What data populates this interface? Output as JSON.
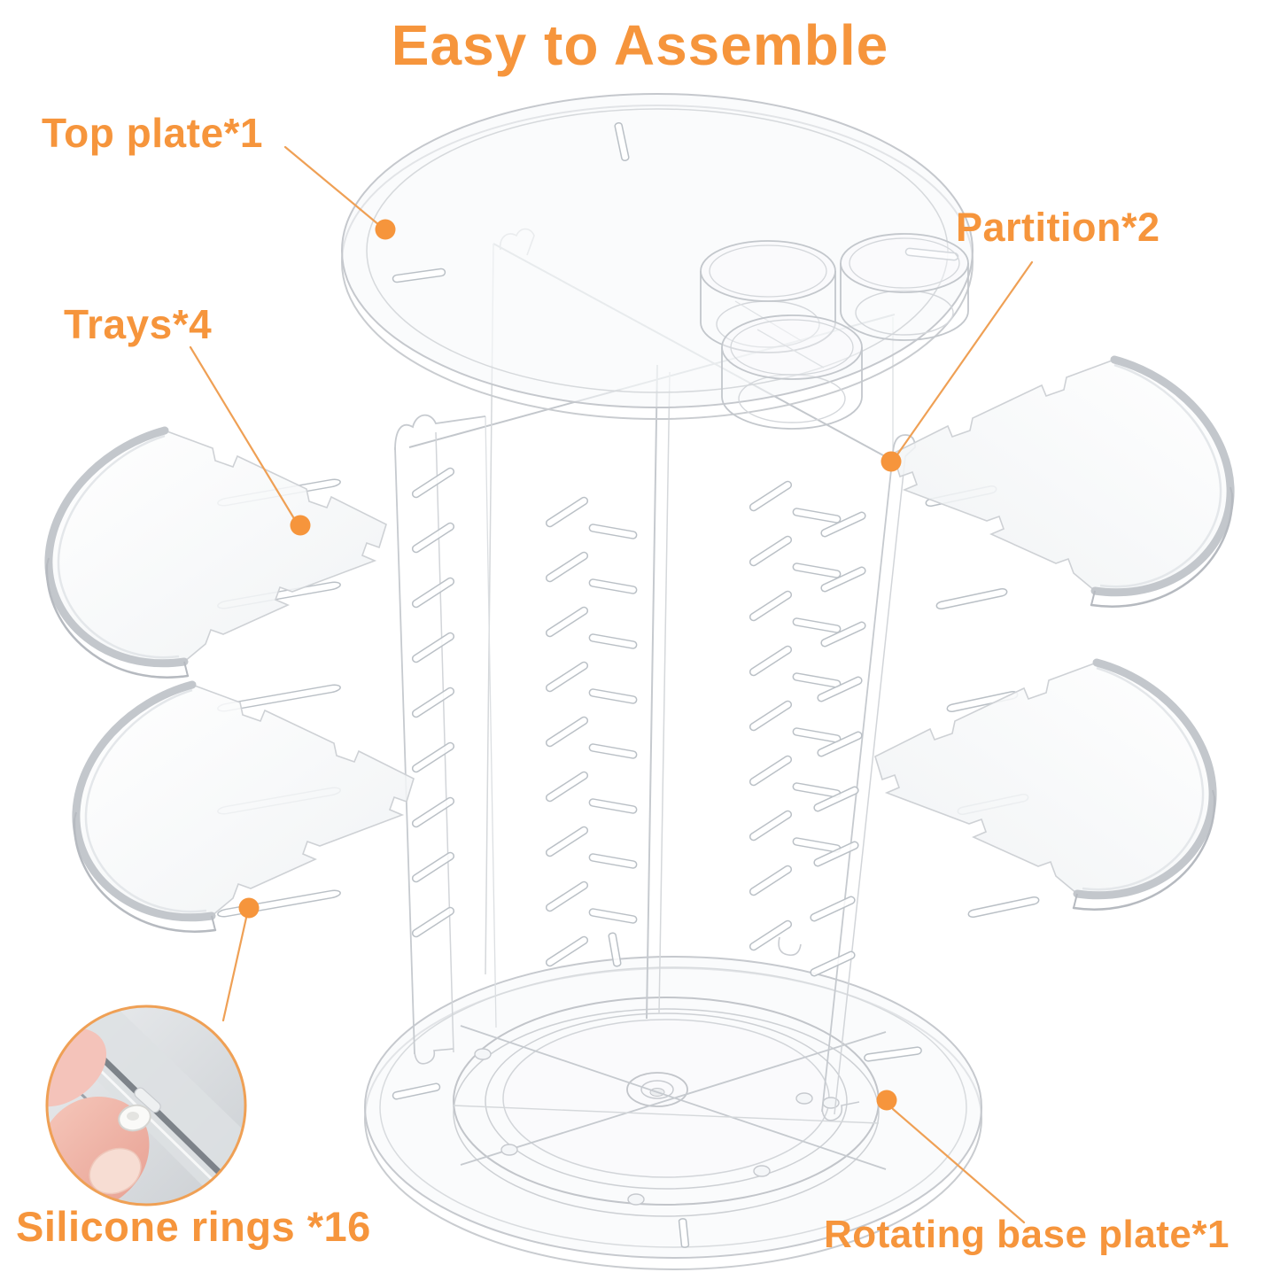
{
  "title": "Easy to Assemble",
  "colors": {
    "accent": "#F6953C",
    "leader": "#EFA055",
    "outline": "#C7CACF"
  },
  "labels": {
    "top_plate": "Top plate*1",
    "trays": "Trays*4",
    "partition": "Partition*2",
    "silicone_rings": "Silicone rings *16",
    "rotating_base_plate": "Rotating base plate*1"
  },
  "parts": [
    {
      "part": "Top plate",
      "quantity": 1
    },
    {
      "part": "Trays",
      "quantity": 4
    },
    {
      "part": "Partition",
      "quantity": 2
    },
    {
      "part": "Silicone rings",
      "quantity": 16
    },
    {
      "part": "Rotating base plate",
      "quantity": 1
    }
  ]
}
